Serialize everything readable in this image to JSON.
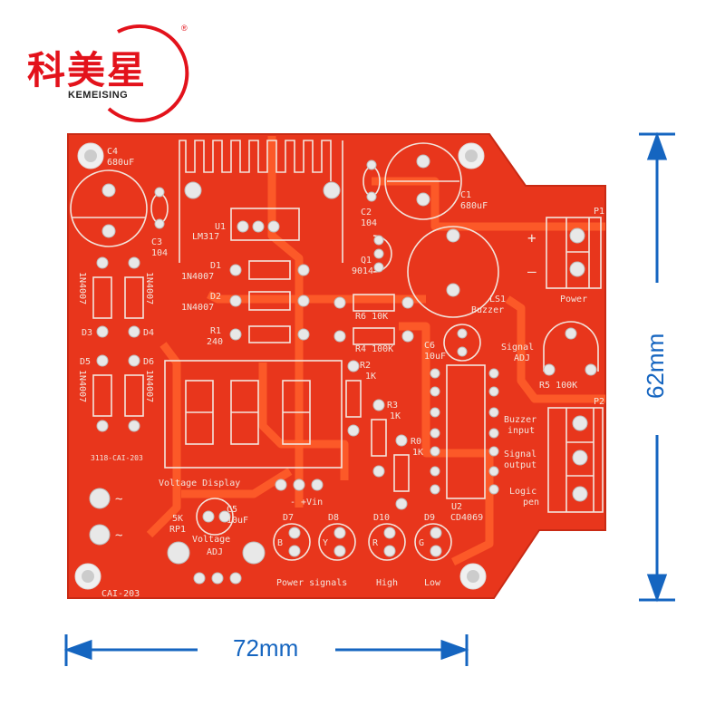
{
  "brand": {
    "name_cn": "科美星",
    "name_en": "KEMEISING",
    "registered_mark": "®",
    "color": "#e3121b"
  },
  "dimensions": {
    "width_label": "72mm",
    "height_label": "62mm",
    "color": "#1565c0"
  },
  "pcb": {
    "board_color": "#e8361c",
    "silkscreen_color": "#f3e4dc",
    "board_code": "CAI-203",
    "board_code_small": "3118-CAI-203",
    "components": {
      "c4": {
        "ref": "C4",
        "value": "680uF"
      },
      "c1": {
        "ref": "C1",
        "value": "680uF"
      },
      "c2": {
        "ref": "C2",
        "value": "104"
      },
      "c3": {
        "ref": "C3",
        "value": "104"
      },
      "c5": {
        "ref": "C5",
        "value": "10uF"
      },
      "c6": {
        "ref": "C6",
        "value": "10uF"
      },
      "u1": {
        "ref": "U1",
        "value": "LM317"
      },
      "u2": {
        "ref": "U2",
        "value": "CD4069"
      },
      "q1": {
        "ref": "Q1",
        "value": "9014"
      },
      "d1": {
        "ref": "D1",
        "value": "1N4007"
      },
      "d2": {
        "ref": "D2",
        "value": "1N4007"
      },
      "d3": {
        "ref": "D3",
        "value": "1N4007"
      },
      "d4": {
        "ref": "D4",
        "value": "1N4007"
      },
      "d5": {
        "ref": "D5",
        "value": "1N4007"
      },
      "d6": {
        "ref": "D6",
        "value": "1N4007"
      },
      "r1": {
        "ref": "R1",
        "value": "240"
      },
      "r2": {
        "ref": "R2",
        "value": "1K"
      },
      "r3": {
        "ref": "R3",
        "value": "1K"
      },
      "r0": {
        "ref": "R0",
        "value": "1K"
      },
      "r4": {
        "ref": "R4",
        "value": "100K"
      },
      "r5": {
        "ref": "R5",
        "value": "100K"
      },
      "r6": {
        "ref": "R6",
        "value": "10K"
      },
      "rp1": {
        "ref": "RP1",
        "value": "5K"
      },
      "ls1": {
        "ref": "LS1",
        "value": "Buzzer"
      },
      "p1": {
        "ref": "P1",
        "label": "Power"
      },
      "p2": {
        "ref": "P2"
      },
      "d7": {
        "ref": "D7",
        "color": "B"
      },
      "d8": {
        "ref": "D8",
        "color": "Y"
      },
      "d10": {
        "ref": "D10",
        "color": "R"
      },
      "d9": {
        "ref": "D9",
        "color": "G"
      }
    },
    "labels": {
      "voltage_display": "Voltage Display",
      "vin": "- +Vin",
      "voltage_adj_1": "Voltage",
      "voltage_adj_2": "ADJ",
      "signal_adj_1": "Signal",
      "signal_adj_2": "ADJ",
      "buzzer_input_1": "Buzzer",
      "buzzer_input_2": "input",
      "signal_output_1": "Signal",
      "signal_output_2": "output",
      "logic_pen_1": "Logic",
      "logic_pen_2": "pen",
      "power_signals": "Power signals",
      "high": "High",
      "low": "Low",
      "plus": "+",
      "minus": "–",
      "ac": "~"
    }
  }
}
